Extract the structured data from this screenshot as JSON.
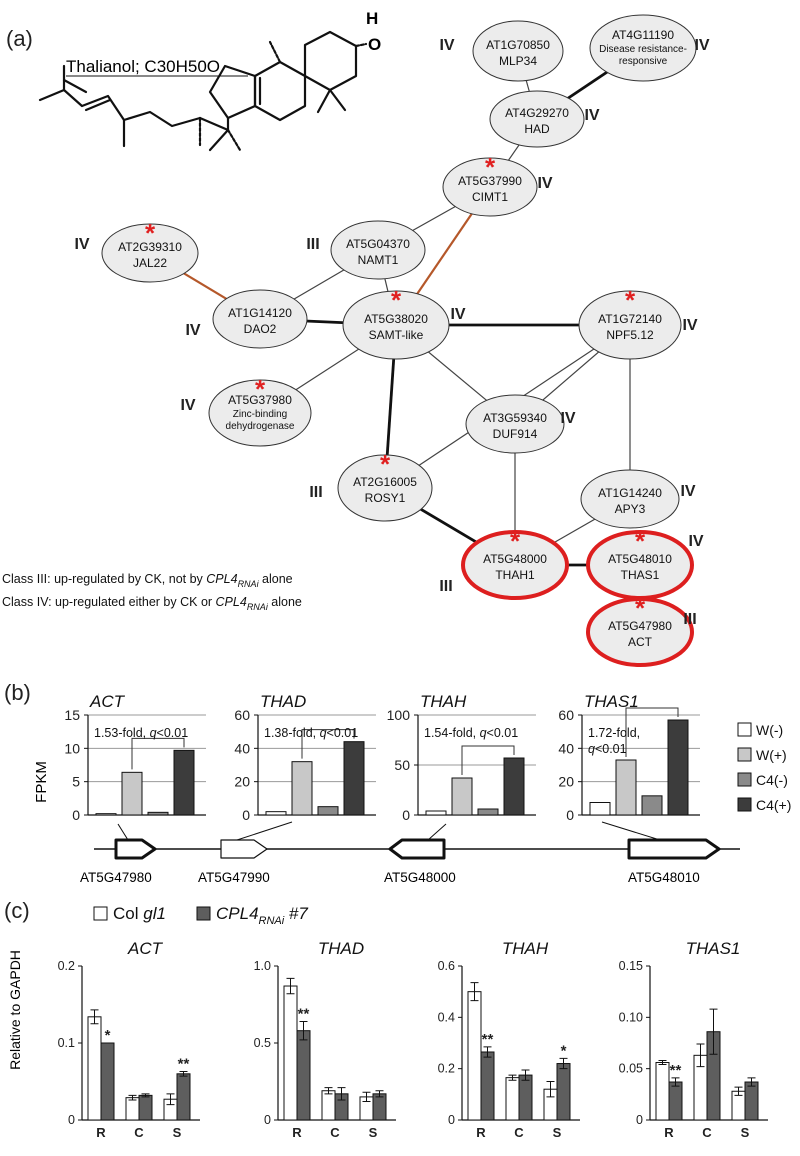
{
  "panel_a": {
    "label": "(a)",
    "compound_title": "Thalianol; C30H50O",
    "molecule_h": "H",
    "molecule_o": "O",
    "class_labels": [
      "IV",
      "IV",
      "IV",
      "IV",
      "IV",
      "III",
      "IV",
      "IV",
      "IV",
      "IV",
      "IV",
      "III",
      "IV",
      "III",
      "IV",
      "III"
    ],
    "nodes": [
      {
        "id": "AT1G70850",
        "name": "MLP34",
        "class": "IV",
        "star": false,
        "highlight": false
      },
      {
        "id": "AT4G11190",
        "name": "Disease resistance-responsive",
        "name_lines": [
          "Disease resistance-",
          "responsive"
        ],
        "class": "IV",
        "star": false,
        "highlight": false
      },
      {
        "id": "AT4G29270",
        "name": "HAD",
        "class": "IV",
        "star": false,
        "highlight": false
      },
      {
        "id": "AT5G37990",
        "name": "CIMT1",
        "class": "IV",
        "star": true,
        "highlight": false
      },
      {
        "id": "AT2G39310",
        "name": "JAL22",
        "class": "IV",
        "star": true,
        "highlight": false
      },
      {
        "id": "AT5G04370",
        "name": "NAMT1",
        "class": "III",
        "star": false,
        "highlight": false
      },
      {
        "id": "AT1G14120",
        "name": "DAO2",
        "class": "IV",
        "star": false,
        "highlight": false
      },
      {
        "id": "AT5G38020",
        "name": "SAMT-like",
        "class": "IV",
        "star": true,
        "highlight": false
      },
      {
        "id": "AT1G72140",
        "name": "NPF5.12",
        "class": "IV",
        "star": true,
        "highlight": false
      },
      {
        "id": "AT5G37980",
        "name": "Zinc-binding dehydrogenase",
        "name_lines": [
          "Zinc-binding",
          "dehydrogenase"
        ],
        "class": "IV",
        "star": true,
        "highlight": false
      },
      {
        "id": "AT3G59340",
        "name": "DUF914",
        "class": "IV",
        "star": false,
        "highlight": false
      },
      {
        "id": "AT2G16005",
        "name": "ROSY1",
        "class": "III",
        "star": true,
        "highlight": false
      },
      {
        "id": "AT1G14240",
        "name": "APY3",
        "class": "IV",
        "star": false,
        "highlight": false
      },
      {
        "id": "AT5G48000",
        "name": "THAH1",
        "class": "III",
        "star": true,
        "highlight": true
      },
      {
        "id": "AT5G48010",
        "name": "THAS1",
        "class": "IV",
        "star": true,
        "highlight": true
      },
      {
        "id": "AT5G47980",
        "name": "ACT",
        "class": "III",
        "star": true,
        "highlight": true
      }
    ],
    "edges": [
      {
        "from": "AT1G70850",
        "to": "AT4G29270",
        "weight": "thin",
        "color": "#444444"
      },
      {
        "from": "AT4G11190",
        "to": "AT4G29270",
        "weight": "thick",
        "color": "#111111"
      },
      {
        "from": "AT4G29270",
        "to": "AT5G37990",
        "weight": "thin",
        "color": "#444444"
      },
      {
        "from": "AT5G37990",
        "to": "AT5G04370",
        "weight": "thin",
        "color": "#444444"
      },
      {
        "from": "AT5G37990",
        "to": "AT5G38020",
        "weight": "medium",
        "color": "#b5582a"
      },
      {
        "from": "AT2G39310",
        "to": "AT1G14120",
        "weight": "medium",
        "color": "#b5582a"
      },
      {
        "from": "AT5G04370",
        "to": "AT1G14120",
        "weight": "thin",
        "color": "#444444"
      },
      {
        "from": "AT5G04370",
        "to": "AT5G38020",
        "weight": "thin",
        "color": "#444444"
      },
      {
        "from": "AT1G14120",
        "to": "AT5G38020",
        "weight": "thick",
        "color": "#111111"
      },
      {
        "from": "AT5G38020",
        "to": "AT1G72140",
        "weight": "thick",
        "color": "#111111"
      },
      {
        "from": "AT5G38020",
        "to": "AT5G37980",
        "weight": "thin",
        "color": "#444444"
      },
      {
        "from": "AT5G38020",
        "to": "AT3G59340",
        "weight": "thin",
        "color": "#444444"
      },
      {
        "from": "AT5G38020",
        "to": "AT2G16005",
        "weight": "thick",
        "color": "#111111"
      },
      {
        "from": "AT1G72140",
        "to": "AT3G59340",
        "weight": "thin",
        "color": "#444444"
      },
      {
        "from": "AT1G72140",
        "to": "AT2G16005",
        "weight": "thin",
        "color": "#444444"
      },
      {
        "from": "AT1G72140",
        "to": "AT1G14240",
        "weight": "thin",
        "color": "#444444"
      },
      {
        "from": "AT3G59340",
        "to": "AT5G48000",
        "weight": "thin",
        "color": "#444444"
      },
      {
        "from": "AT2G16005",
        "to": "AT5G48000",
        "weight": "thick",
        "color": "#111111"
      },
      {
        "from": "AT1G14240",
        "to": "AT5G48000",
        "weight": "thin",
        "color": "#444444"
      },
      {
        "from": "AT5G48000",
        "to": "AT5G48010",
        "weight": "thick",
        "color": "#111111"
      },
      {
        "from": "AT5G48010",
        "to": "AT5G47980",
        "weight": "thick",
        "color": "#111111"
      }
    ],
    "class_notes": [
      {
        "prefix": "Class III: up-regulated by CK, not by ",
        "gene": "CPL4",
        "sub": "RNAi",
        "suffix": " alone"
      },
      {
        "prefix": "Class IV: up-regulated either by CK or ",
        "gene": "CPL4",
        "sub": "RNAi",
        "suffix": " alone"
      }
    ]
  },
  "panel_b": {
    "label": "(b)",
    "ylabel": "FPKM",
    "legend": [
      "W(-)",
      "W(+)",
      "C4(-)",
      "C4(+)"
    ],
    "colors": [
      "#ffffff",
      "#c8c8c8",
      "#8a8a8a",
      "#3c3c3c"
    ],
    "gene_track": [
      "AT5G47980",
      "AT5G47990",
      "AT5G48000",
      "AT5G48010"
    ]
  },
  "panel_c": {
    "label": "(c)",
    "ylabel": "Relative to GAPDH",
    "legend": [
      {
        "text_a": "Col ",
        "text_b": "gl1",
        "color": "#ffffff"
      },
      {
        "text_a": "CPL4",
        "sub": "RNAi",
        "text_b": " #7",
        "color": "#5e5e5e"
      }
    ]
  },
  "chart_data": [
    {
      "type": "bar",
      "title": "ACT",
      "panel": "b",
      "categories": [
        "W(-)",
        "W(+)",
        "C4(-)",
        "C4(+)"
      ],
      "values": [
        0.2,
        6.4,
        0.4,
        9.7
      ],
      "ylim": [
        0,
        15
      ],
      "yticks": [
        0,
        5,
        10,
        15
      ],
      "annotation": [
        "1.53-fold, ",
        "q",
        "<0.01"
      ]
    },
    {
      "type": "bar",
      "title": "THAD",
      "panel": "b",
      "categories": [
        "W(-)",
        "W(+)",
        "C4(-)",
        "C4(+)"
      ],
      "values": [
        2.0,
        32.0,
        5.0,
        44.0
      ],
      "ylim": [
        0,
        60
      ],
      "yticks": [
        0,
        20,
        40,
        60
      ],
      "annotation": [
        "1.38-fold, ",
        "q",
        "<0.01"
      ]
    },
    {
      "type": "bar",
      "title": "THAH",
      "panel": "b",
      "categories": [
        "W(-)",
        "W(+)",
        "C4(-)",
        "C4(+)"
      ],
      "values": [
        4.0,
        37.0,
        6.0,
        57.0
      ],
      "ylim": [
        0,
        100
      ],
      "yticks": [
        0,
        50,
        100
      ],
      "annotation": [
        "1.54-fold, ",
        "q",
        "<0.01"
      ]
    },
    {
      "type": "bar",
      "title": "THAS1",
      "panel": "b",
      "categories": [
        "W(-)",
        "W(+)",
        "C4(-)",
        "C4(+)"
      ],
      "values": [
        7.5,
        33.0,
        11.5,
        57.0
      ],
      "ylim": [
        0,
        60
      ],
      "yticks": [
        0,
        20,
        40,
        60
      ],
      "annotation": [
        "1.72-fold,",
        "q",
        "<0.01"
      ]
    },
    {
      "type": "bar",
      "title": "ACT",
      "panel": "c",
      "categories": [
        "R",
        "C",
        "S"
      ],
      "series": [
        {
          "name": "Col gl1",
          "values": [
            0.134,
            0.029,
            0.027
          ],
          "err": [
            0.009,
            0.003,
            0.007
          ]
        },
        {
          "name": "CPL4RNAi #7",
          "values": [
            0.1,
            0.032,
            0.06
          ],
          "err": [
            0.0,
            0.002,
            0.003
          ]
        }
      ],
      "ylim": [
        0,
        0.2
      ],
      "yticks": [
        "0",
        "0.1",
        "0.2"
      ],
      "significance": {
        "R": "*",
        "S": "**"
      }
    },
    {
      "type": "bar",
      "title": "THAD",
      "panel": "c",
      "categories": [
        "R",
        "C",
        "S"
      ],
      "series": [
        {
          "name": "Col gl1",
          "values": [
            0.87,
            0.19,
            0.15
          ],
          "err": [
            0.05,
            0.02,
            0.03
          ]
        },
        {
          "name": "CPL4RNAi #7",
          "values": [
            0.58,
            0.17,
            0.17
          ],
          "err": [
            0.06,
            0.04,
            0.02
          ]
        }
      ],
      "ylim": [
        0,
        1.0
      ],
      "yticks": [
        "0",
        "0.5",
        "1.0"
      ],
      "significance": {
        "R": "**"
      }
    },
    {
      "type": "bar",
      "title": "THAH",
      "panel": "c",
      "categories": [
        "R",
        "C",
        "S"
      ],
      "series": [
        {
          "name": "Col gl1",
          "values": [
            0.5,
            0.165,
            0.12
          ],
          "err": [
            0.035,
            0.01,
            0.03
          ]
        },
        {
          "name": "CPL4RNAi #7",
          "values": [
            0.265,
            0.175,
            0.22
          ],
          "err": [
            0.02,
            0.02,
            0.02
          ]
        }
      ],
      "ylim": [
        0,
        0.6
      ],
      "yticks": [
        "0",
        "0.2",
        "0.4",
        "0.6"
      ],
      "significance": {
        "R": "**",
        "S": "*"
      }
    },
    {
      "type": "bar",
      "title": "THAS1",
      "panel": "c",
      "categories": [
        "R",
        "C",
        "S"
      ],
      "series": [
        {
          "name": "Col gl1",
          "values": [
            0.056,
            0.063,
            0.028
          ],
          "err": [
            0.002,
            0.011,
            0.004
          ]
        },
        {
          "name": "CPL4RNAi #7",
          "values": [
            0.037,
            0.086,
            0.037
          ],
          "err": [
            0.004,
            0.022,
            0.004
          ]
        }
      ],
      "ylim": [
        0,
        0.15
      ],
      "yticks": [
        "0",
        "0.05",
        "0.10",
        "0.15"
      ],
      "significance": {
        "R": "**"
      }
    }
  ]
}
